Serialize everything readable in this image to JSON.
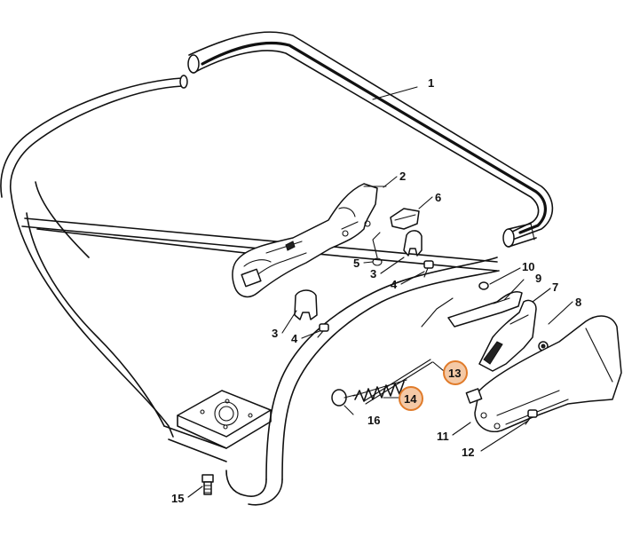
{
  "callouts": {
    "c1": "1",
    "c2": "2",
    "c3a": "3",
    "c3b": "3",
    "c4a": "4",
    "c4b": "4",
    "c5": "5",
    "c6": "6",
    "c7": "7",
    "c8": "8",
    "c9": "9",
    "c10": "10",
    "c11": "11",
    "c12": "12",
    "c13": "13",
    "c14": "14",
    "c15": "15",
    "c16": "16"
  },
  "highlighted": [
    "13",
    "14"
  ],
  "colors": {
    "highlight_fill": "#f4c9a6",
    "highlight_stroke": "#e07b2a",
    "line": "#111111"
  }
}
